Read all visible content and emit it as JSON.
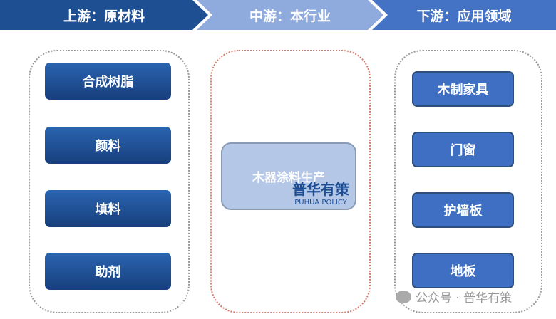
{
  "header": {
    "upstream": "上游：原材料",
    "midstream": "中游：本行业",
    "downstream": "下游：应用领域"
  },
  "upstream_items": [
    "合成树脂",
    "颜料",
    "填料",
    "助剂"
  ],
  "midstream_item": "木器涂料生产",
  "downstream_items": [
    "木制家具",
    "门窗",
    "护墙板",
    "地板"
  ],
  "logo": {
    "cn": "普华有策",
    "en": "PUHUA POLICY"
  },
  "watermark": "公众号 · 普华有策",
  "colors": {
    "upstream": "#1e4f93",
    "midstream": "#8faadc",
    "downstream": "#4472c4"
  }
}
